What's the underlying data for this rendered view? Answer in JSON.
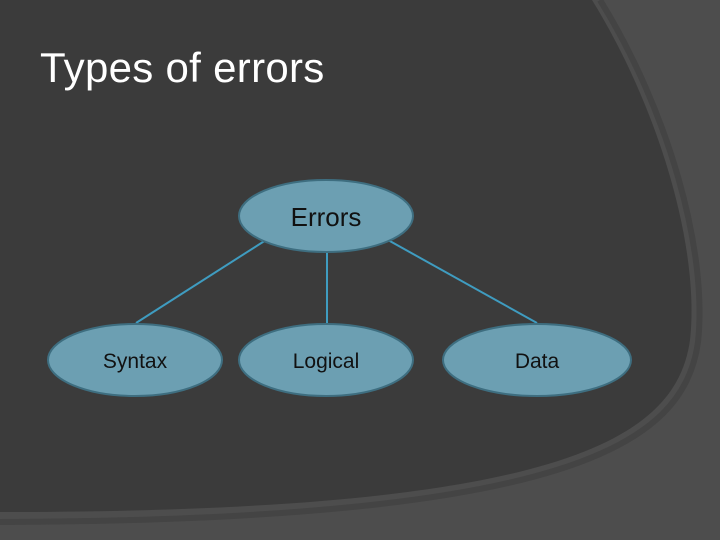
{
  "slide": {
    "title": "Types of errors"
  },
  "diagram": {
    "root": {
      "label": "Errors"
    },
    "children": [
      {
        "label": "Syntax"
      },
      {
        "label": "Logical"
      },
      {
        "label": "Data"
      }
    ]
  },
  "colors": {
    "background": "#4d4d4d",
    "panel": "#3b3b3b",
    "node_fill": "#6c9fb2",
    "node_border": "#3e6e80",
    "connector": "#3f9cc0",
    "title_text": "#ffffff",
    "node_text": "#111111"
  }
}
